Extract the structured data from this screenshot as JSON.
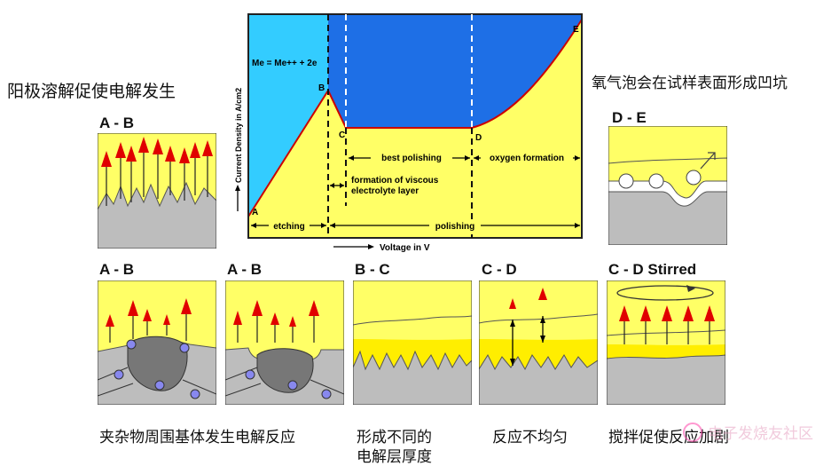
{
  "chart": {
    "equation": "Me = Me++ + 2e",
    "ylabel": "Current Density in A/cm2",
    "xlabel": "Voltage in V",
    "points": {
      "a": "A",
      "b": "B",
      "c": "C",
      "d": "D",
      "e": "E"
    },
    "regions": {
      "etching": "etching",
      "polishing": "polishing",
      "best_polishing": "best polishing",
      "oxygen_formation": "oxygen formation",
      "viscous_line1": "formation of viscous",
      "viscous_line2": "electrolyte layer"
    }
  },
  "captions": {
    "top_left": "阳极溶解促使电解发生",
    "top_right": "氧气泡会在试样表面形成凹坑",
    "bottom_1": "夹杂物周围基体发生电解反应",
    "bottom_2_line1": "形成不同的",
    "bottom_2_line2": "电解层厚度",
    "bottom_3": "反应不均匀",
    "bottom_4": "搅拌促使反应加剧"
  },
  "panels": {
    "ab_top": "A - B",
    "de": "D - E",
    "ab_1": "A - B",
    "ab_2": "A - B",
    "bc": "B - C",
    "cd": "C - D",
    "cd_stirred": "C - D Stirred"
  },
  "watermark": "电子发烧友社区",
  "colors": {
    "yellow": "#FFFF66",
    "gray": "#BDBDBD",
    "cyan": "#33CCFF",
    "blue": "#1E6FE6",
    "red_arrow": "#E00000"
  }
}
